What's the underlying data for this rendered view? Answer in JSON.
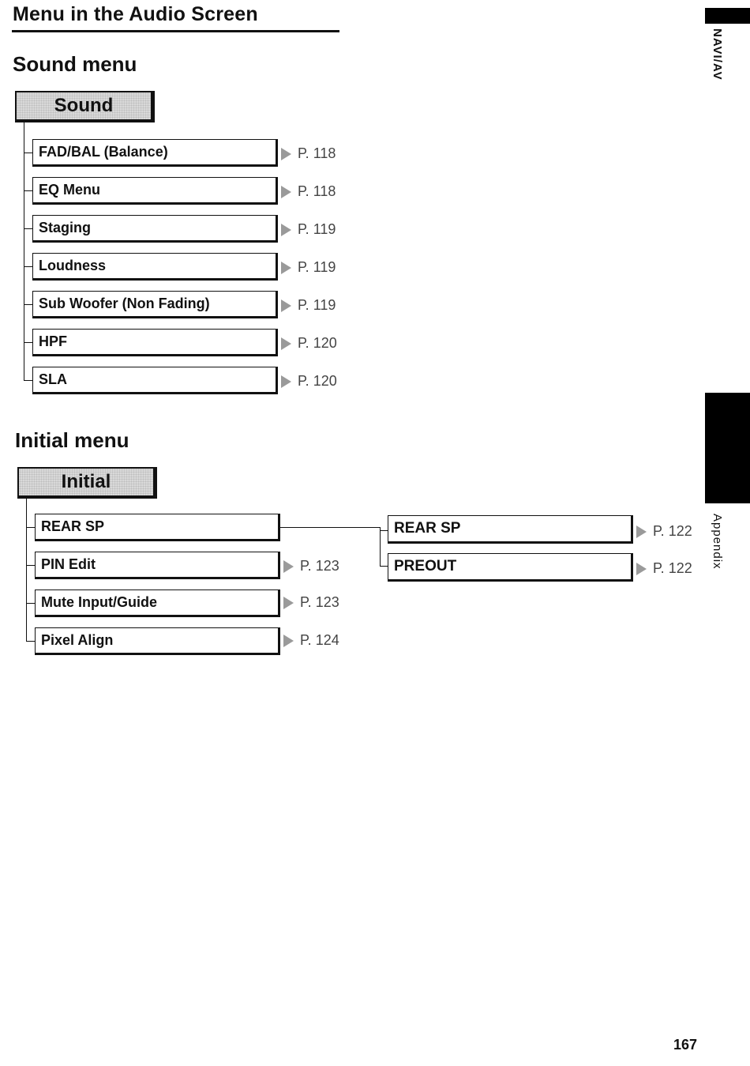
{
  "page_title": "Menu in the Audio Screen",
  "sound_section": {
    "title": "Sound menu",
    "root": "Sound",
    "items": [
      {
        "label": "FAD/BAL (Balance)",
        "ref": "P. 118"
      },
      {
        "label": "EQ Menu",
        "ref": "P. 118"
      },
      {
        "label": "Staging",
        "ref": "P. 119"
      },
      {
        "label": "Loudness",
        "ref": "P. 119"
      },
      {
        "label": "Sub Woofer (Non Fading)",
        "ref": "P. 119"
      },
      {
        "label": "HPF",
        "ref": "P. 120"
      },
      {
        "label": "SLA",
        "ref": "P. 120"
      }
    ]
  },
  "initial_section": {
    "title": "Initial menu",
    "root": "Initial",
    "items": [
      {
        "label": "REAR SP",
        "ref": ""
      },
      {
        "label": "PIN Edit",
        "ref": "P. 123"
      },
      {
        "label": "Mute Input/Guide",
        "ref": "P. 123"
      },
      {
        "label": "Pixel Align",
        "ref": "P. 124"
      }
    ],
    "subitems": [
      {
        "label": "REAR SP",
        "ref": "P. 122"
      },
      {
        "label": "PREOUT",
        "ref": "P. 122"
      }
    ]
  },
  "side_tabs": {
    "top": "NAVI/AV",
    "bottom": "Appendix"
  },
  "page_number": "167"
}
